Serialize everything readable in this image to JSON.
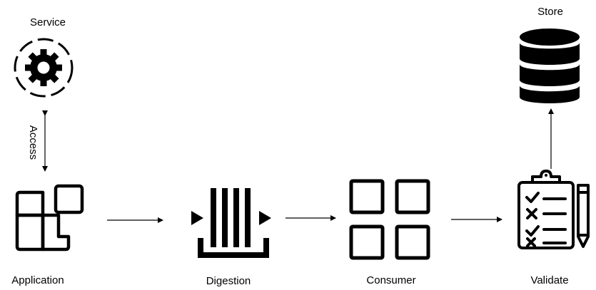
{
  "nodes": {
    "service": {
      "label": "Service",
      "icon": "gear-icon"
    },
    "store": {
      "label": "Store",
      "icon": "database-icon"
    },
    "application": {
      "label": "Application",
      "icon": "app-grid-icon"
    },
    "digestion": {
      "label": "Digestion",
      "icon": "ingestion-icon"
    },
    "consumer": {
      "label": "Consumer",
      "icon": "four-squares-icon"
    },
    "validate": {
      "label": "Validate",
      "icon": "checklist-icon"
    }
  },
  "edges": [
    {
      "from": "service",
      "to": "application",
      "label": "Access",
      "direction": "bidirectional"
    },
    {
      "from": "application",
      "to": "digestion",
      "label": ""
    },
    {
      "from": "digestion",
      "to": "consumer",
      "label": ""
    },
    {
      "from": "consumer",
      "to": "validate",
      "label": ""
    },
    {
      "from": "validate",
      "to": "store",
      "label": ""
    }
  ],
  "colors": {
    "stroke": "#000000",
    "background": "#ffffff"
  }
}
